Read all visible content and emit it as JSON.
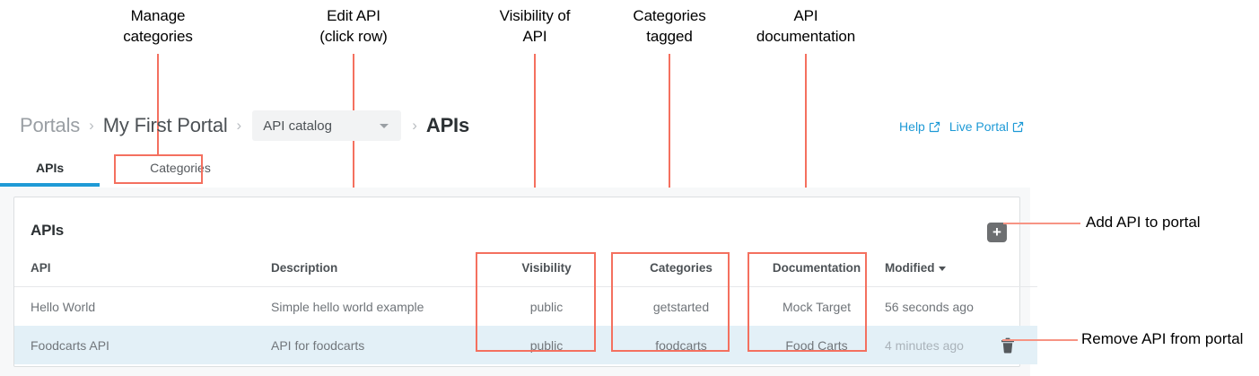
{
  "annotations": {
    "top": [
      {
        "text": "Manage\ncategories",
        "name": "annotation-manage-categories"
      },
      {
        "text": "Edit API\n(click row)",
        "name": "annotation-edit-api"
      },
      {
        "text": "Visibility of\nAPI",
        "name": "annotation-visibility"
      },
      {
        "text": "Categories\ntagged",
        "name": "annotation-categories-tagged"
      },
      {
        "text": "API\ndocumentation",
        "name": "annotation-api-documentation"
      }
    ],
    "right": [
      {
        "text": "Add API to portal",
        "name": "annotation-add-api"
      },
      {
        "text": "Remove API from portal",
        "name": "annotation-remove-api"
      }
    ],
    "color": "#f4705f",
    "line_color": "#f79484"
  },
  "breadcrumb": {
    "portals": "Portals",
    "portal_name": "My First Portal",
    "catalog_select": "API catalog",
    "current": "APIs",
    "separator": "›"
  },
  "top_links": [
    {
      "label": "Help",
      "icon": "external-link-icon"
    },
    {
      "label": "Live Portal",
      "icon": "external-link-icon"
    }
  ],
  "tabs": [
    {
      "label": "APIs",
      "active": true
    },
    {
      "label": "Categories",
      "active": false
    }
  ],
  "card": {
    "title": "APIs",
    "add_button": {
      "icon": "plus-icon",
      "label": "+"
    },
    "columns": [
      "API",
      "Description",
      "Visibility",
      "Categories",
      "Documentation",
      "Modified"
    ],
    "sorted_column": "Modified",
    "sort_direction": "desc",
    "rows": [
      {
        "api": "Hello World",
        "description": "Simple hello world example",
        "visibility": "public",
        "categories": "getstarted",
        "documentation": "Mock Target",
        "modified": "56 seconds ago",
        "selected": false
      },
      {
        "api": "Foodcarts API",
        "description": "API for foodcarts",
        "visibility": "public",
        "categories": "foodcarts",
        "documentation": "Food Carts",
        "modified": "4 minutes ago",
        "selected": true,
        "delete_icon": "trash-icon"
      }
    ]
  },
  "colors": {
    "accent": "#1e9ad6",
    "annotation": "#f4705f",
    "selected_row": "#e3f0f7",
    "page_bg": "#f7f8f9"
  }
}
